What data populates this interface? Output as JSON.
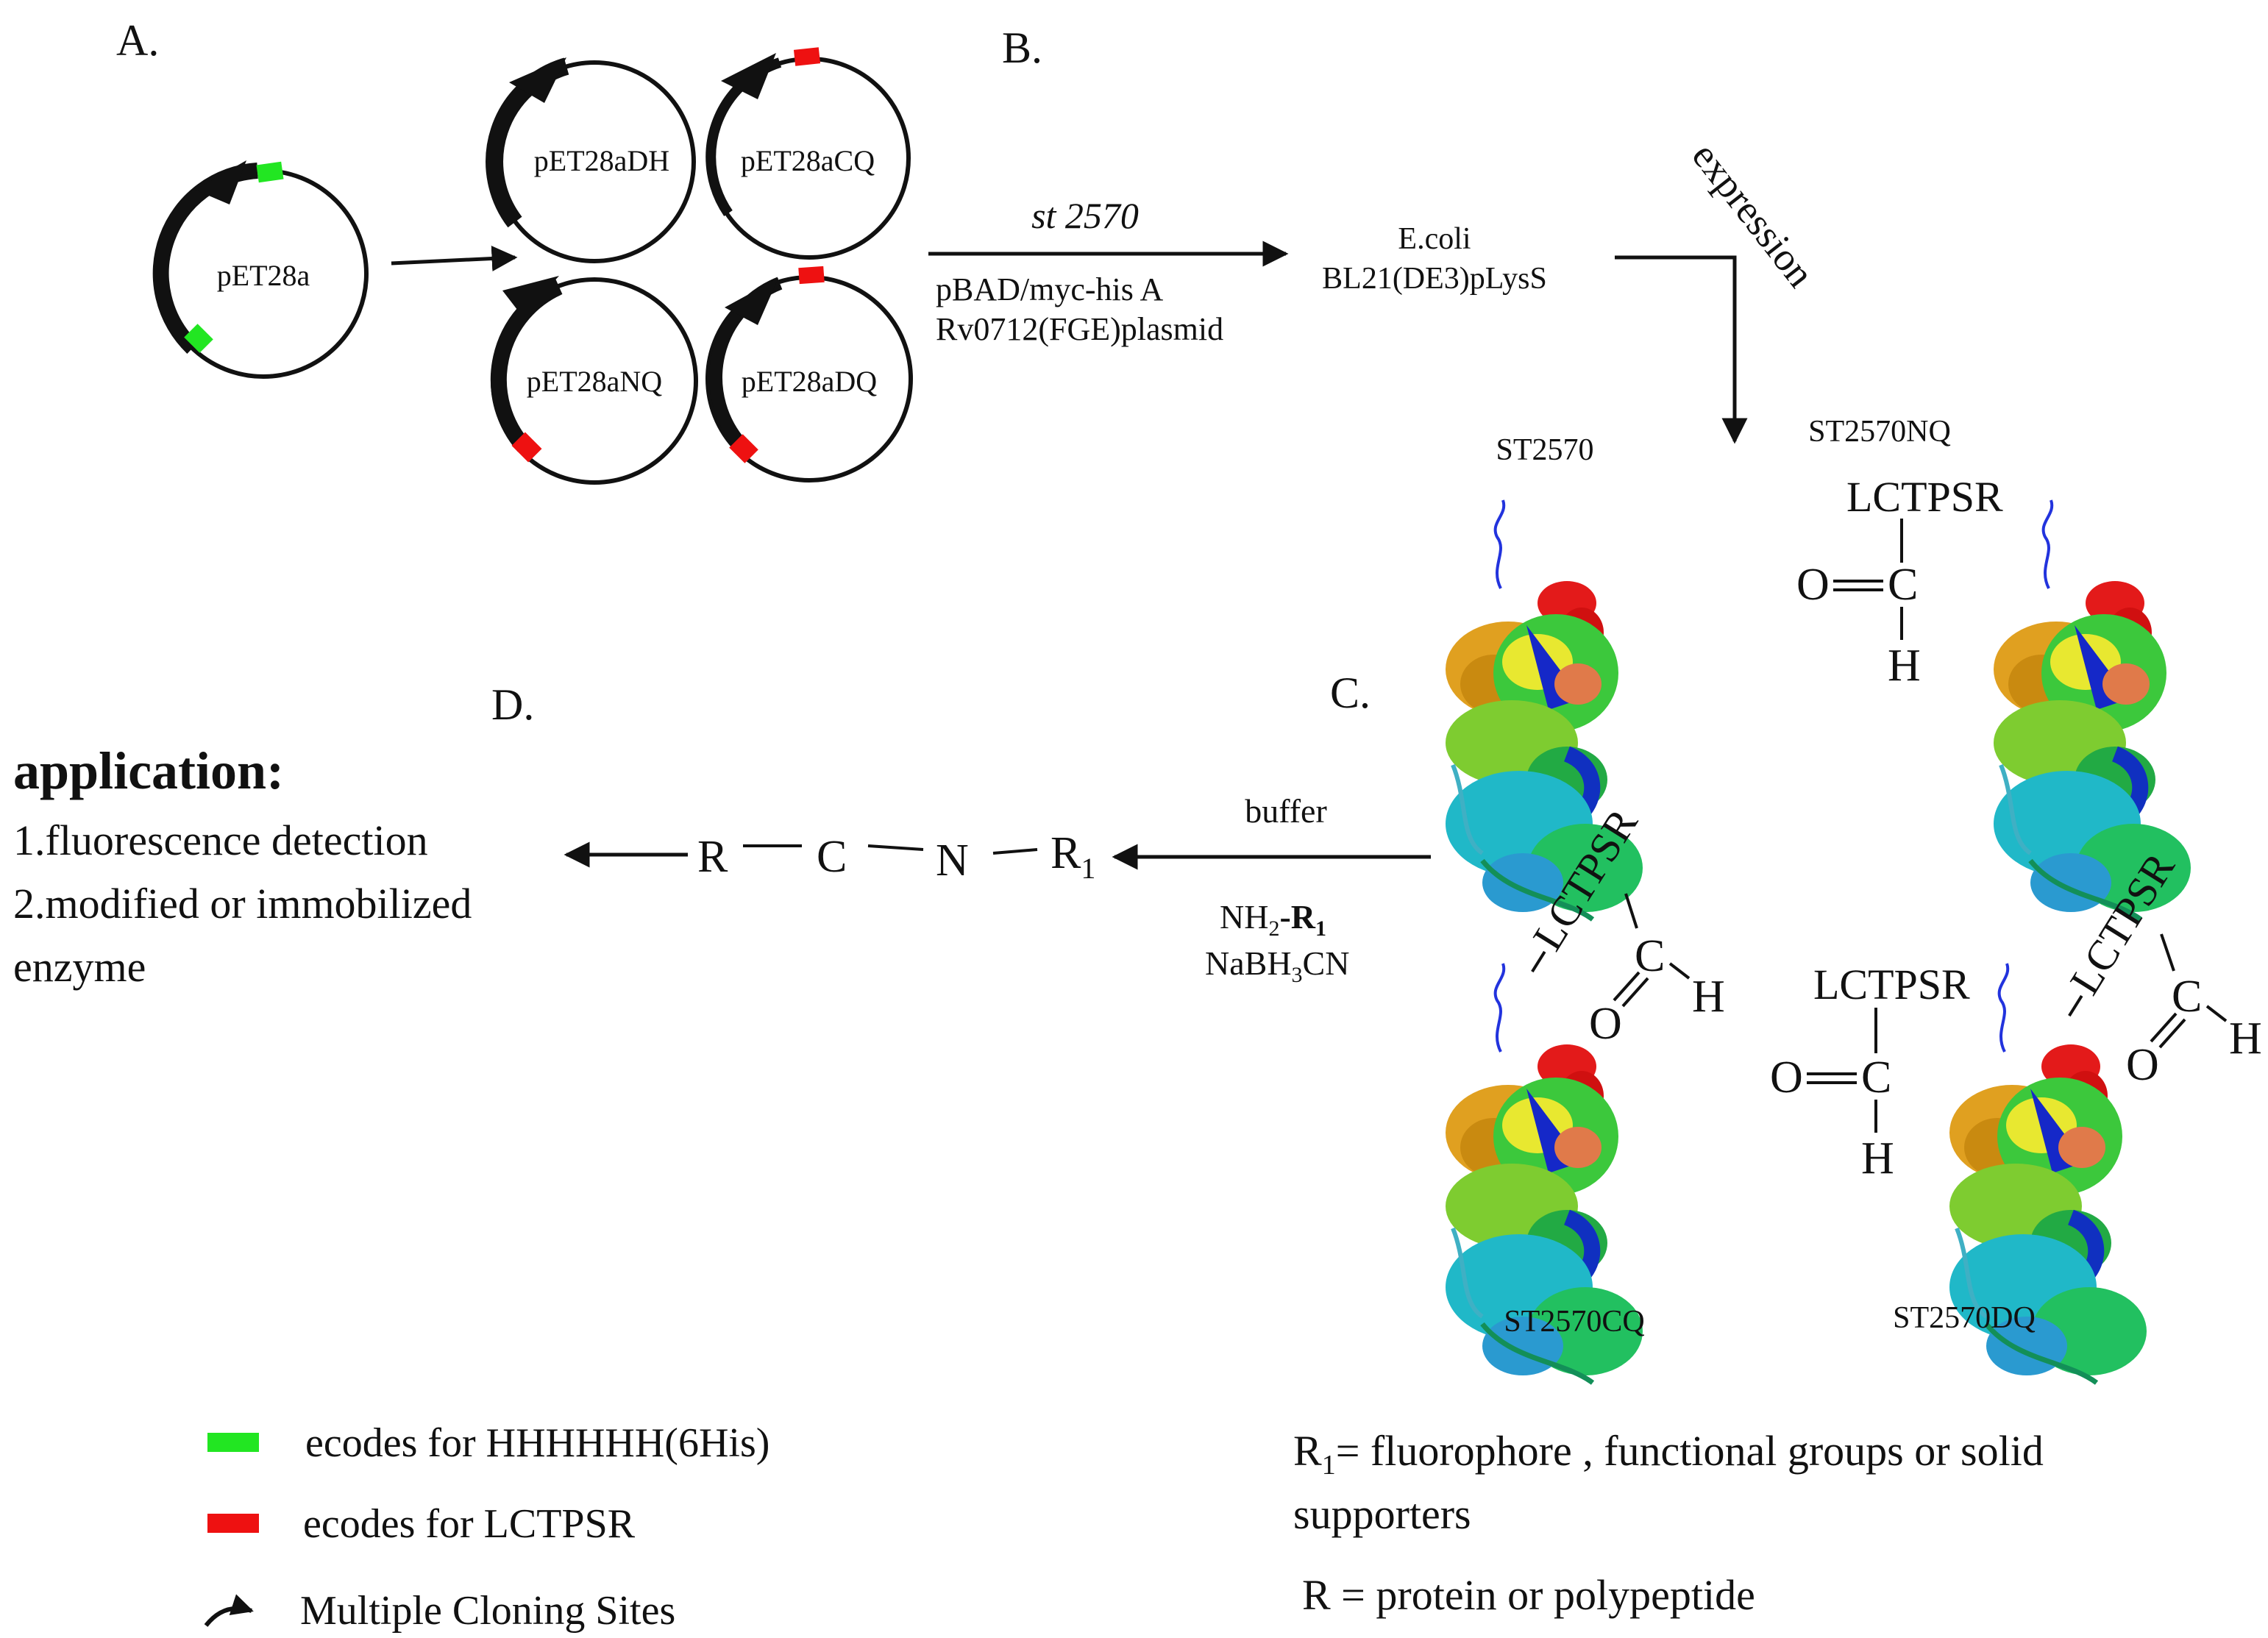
{
  "panels": {
    "a": "A.",
    "b": "B.",
    "c": "C.",
    "d": "D."
  },
  "plasmids": {
    "parent": "pET28a",
    "dh": "pET28aDH",
    "cq": "pET28aCQ",
    "nq": "pET28aNQ",
    "dq": "pET28aDQ"
  },
  "transformation": {
    "gene": "st 2570",
    "plasmid_line1": "pBAD/myc-his A",
    "plasmid_line2": "Rv0712(FGE)plasmid"
  },
  "host": {
    "line1": "E.coli",
    "line2": "BL21(DE3)pLysS"
  },
  "expression_label": "expression",
  "proteins": {
    "wild": "ST2570",
    "nq": "ST2570NQ",
    "cq": "ST2570CQ",
    "dq": "ST2570DQ"
  },
  "chem": {
    "tag": "LCTPSR",
    "O": "O",
    "C": "C",
    "H": "H"
  },
  "reaction": {
    "buffer": "buffer",
    "reagent_nh": "NH",
    "reagent_sub2": "2",
    "reagent_dash": "-",
    "reagent_r": "R",
    "reagent_sub1": "1",
    "reductant_pre": "NaBH",
    "reductant_sub": "3",
    "reductant_post": "CN",
    "product_r": "R",
    "product_c": "C",
    "product_n": "N",
    "product_r1": "R",
    "product_r1_sub": "1"
  },
  "application": {
    "title": "application:",
    "item1": "1.fluorescence detection",
    "item2": "2.modified or immobilized",
    "item3": "enzyme"
  },
  "legend": {
    "green": "ecodes for HHHHHH(6His)",
    "red": "ecodes for LCTPSR",
    "mcs": "Multiple Cloning Sites"
  },
  "definitions": {
    "r1_sym": "R",
    "r1_sub": "1",
    "r1_text1": "= fluorophore , functional groups or solid",
    "r1_text2": "supporters",
    "r_text": "R = protein or polypeptide"
  },
  "colors": {
    "his_tag": "#22e622",
    "lctpsr_tag": "#ee1111"
  }
}
